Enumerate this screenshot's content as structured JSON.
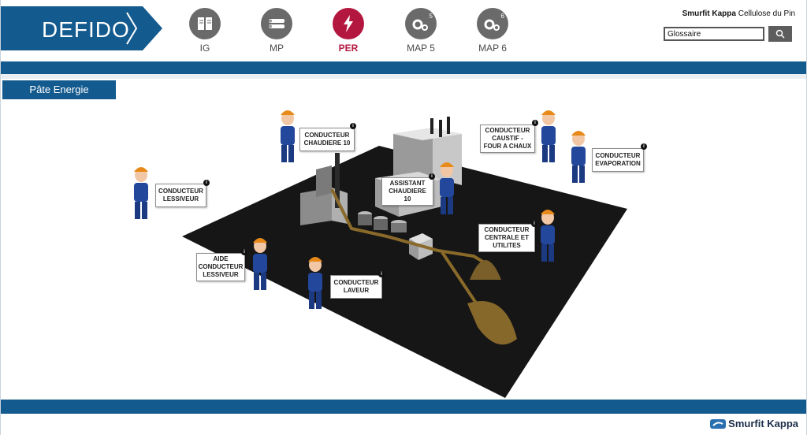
{
  "header": {
    "logo": "DEFIDO",
    "company_name": "Smurfit Kappa",
    "company_site": "Cellulose du Pin",
    "glossary_value": "Glossaire",
    "search_icon": "search-icon"
  },
  "nav": [
    {
      "label": "IG",
      "icon": "book-icon",
      "active": false
    },
    {
      "label": "MP",
      "icon": "logs-icon",
      "active": false
    },
    {
      "label": "PER",
      "icon": "lightning-icon",
      "active": true
    },
    {
      "label": "MAP 5",
      "icon": "gears-icon",
      "sup": "5",
      "active": false
    },
    {
      "label": "MAP 6",
      "icon": "gears-icon",
      "sup": "6",
      "active": false
    }
  ],
  "section": {
    "title": "Pâte Energie"
  },
  "roles": [
    {
      "key": "chaudiere10",
      "label": "CONDUCTEUR\nCHAUDIERE 10"
    },
    {
      "key": "caustif",
      "label": "CONDUCTEUR\nCAUSTIF -\nFOUR A CHAUX"
    },
    {
      "key": "evaporation",
      "label": "CONDUCTEUR\nEVAPORATION"
    },
    {
      "key": "lessiveur",
      "label": "CONDUCTEUR\nLESSIVEUR"
    },
    {
      "key": "assistant",
      "label": "ASSISTANT\nCHAUDIERE\n10"
    },
    {
      "key": "centrale",
      "label": "CONDUCTEUR\nCENTRALE ET\nUTILITES"
    },
    {
      "key": "aide",
      "label": "AIDE\nCONDUCTEUR\nLESSIVEUR"
    },
    {
      "key": "laveur",
      "label": "CONDUCTEUR\nLAVEUR"
    }
  ],
  "info_icon": "i",
  "footer": {
    "brand": "Smurfit Kappa"
  },
  "colors": {
    "primary": "#135a8f",
    "active": "#b3163f",
    "icon_gray": "#6a6a6a"
  }
}
